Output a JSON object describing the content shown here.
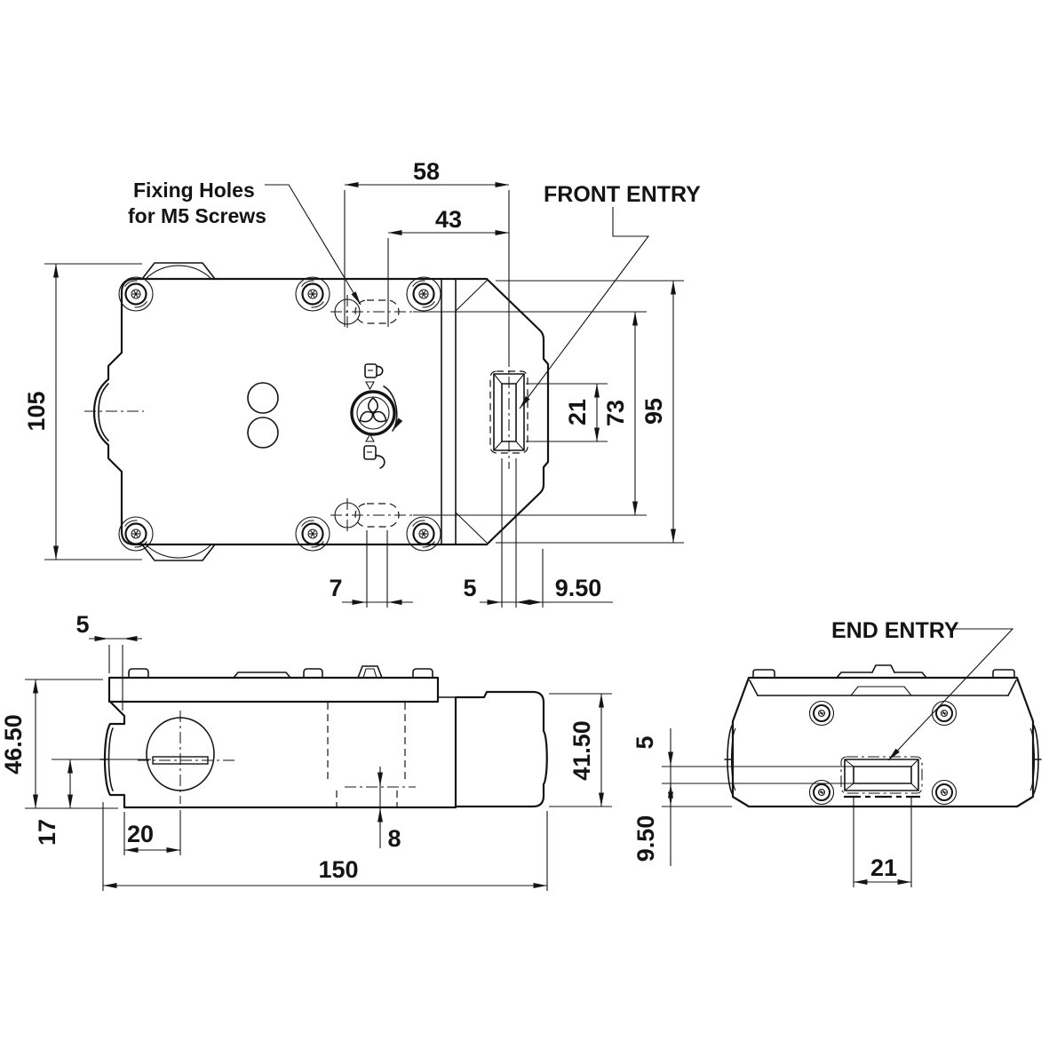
{
  "colors": {
    "line": "#141414",
    "background": "#ffffff"
  },
  "annotations": {
    "fixing_holes_line1": "Fixing Holes",
    "fixing_holes_line2": "for M5 Screws",
    "front_entry": "FRONT ENTRY",
    "end_entry": "END ENTRY"
  },
  "top_view": {
    "name": "top-view",
    "dims": {
      "d58": "58",
      "d43": "43",
      "d105": "105",
      "d95": "95",
      "d73": "73",
      "d21": "21",
      "d7": "7",
      "d5": "5",
      "d950": "9.50"
    }
  },
  "side_view": {
    "name": "side-view",
    "dims": {
      "d5": "5",
      "d4650": "46.50",
      "d17": "17",
      "d20": "20",
      "d8": "8",
      "d150": "150",
      "d4150": "41.50"
    }
  },
  "end_view": {
    "name": "end-view",
    "dims": {
      "d5": "5",
      "d950": "9.50",
      "d21": "21"
    }
  }
}
